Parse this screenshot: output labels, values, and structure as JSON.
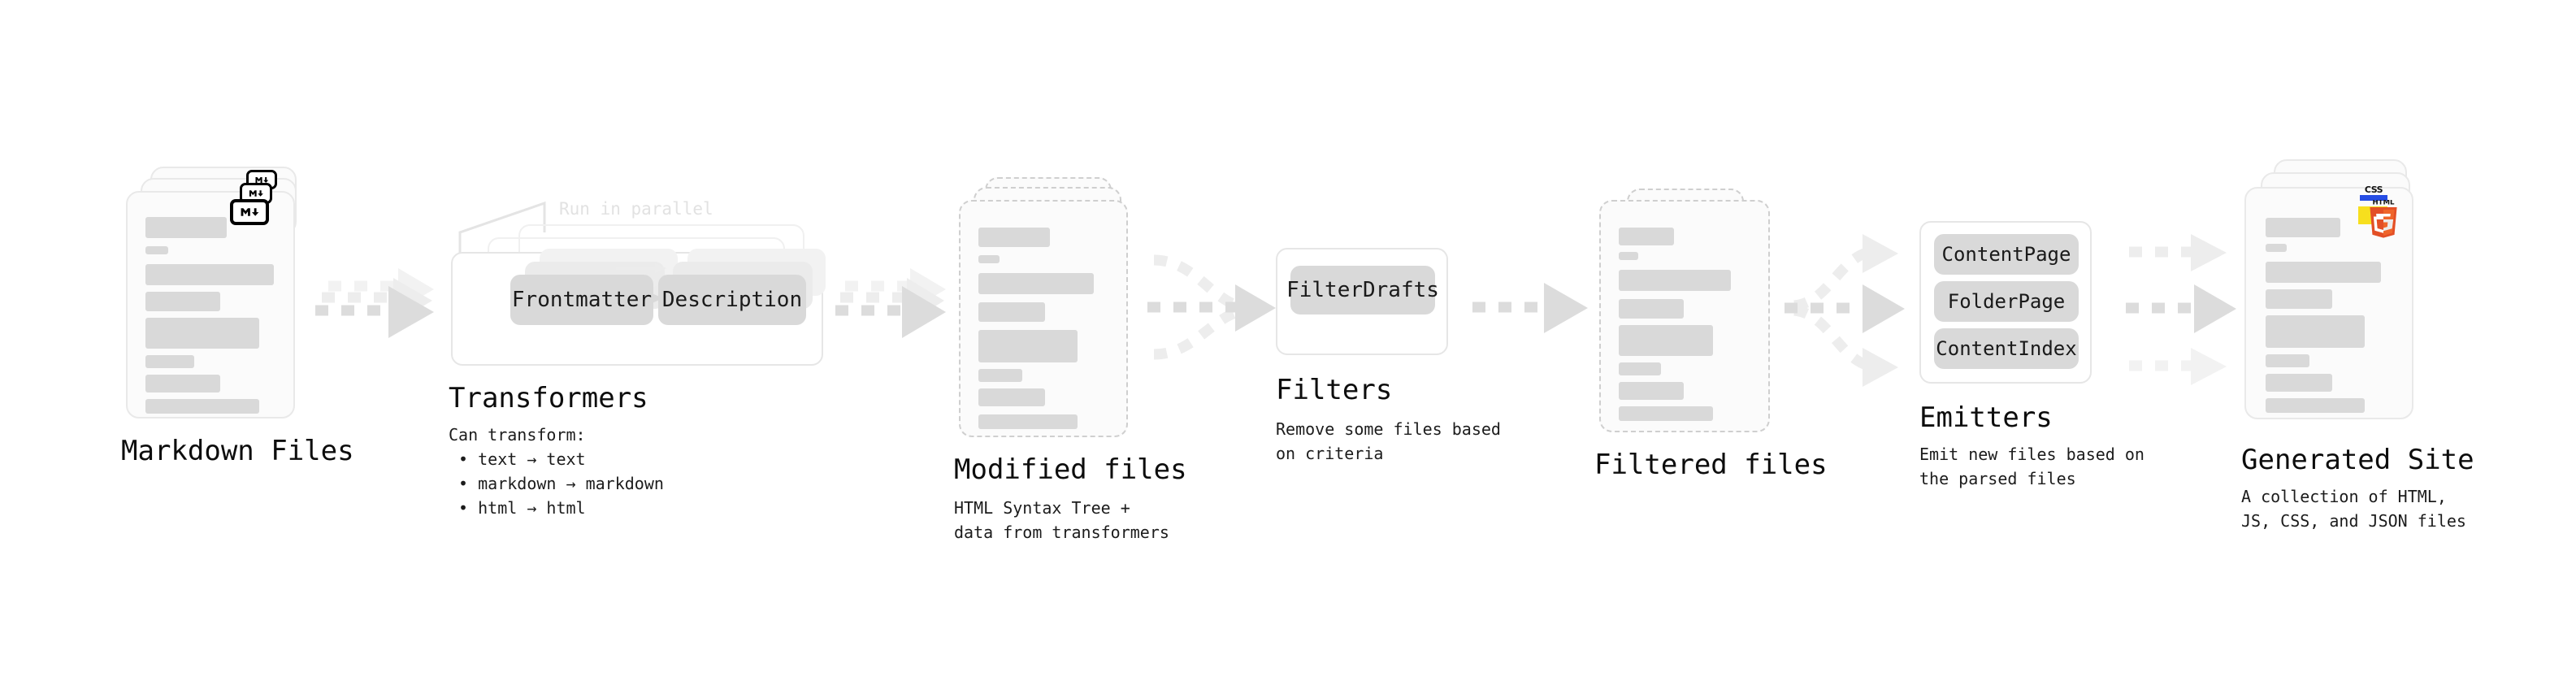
{
  "diagram": {
    "type": "pipeline-flow",
    "background": "#ffffff",
    "accent_colors": {
      "skeleton": "#d9d9d9",
      "arrow": "#dcdcdc",
      "card_border": "#e9e9e9",
      "dashed_border": "#cfcfcf",
      "html5": "#e34f26",
      "javascript": "#f7df1e",
      "css": "#264de4",
      "markdown": "#000000"
    },
    "stages": [
      {
        "id": "markdown-files",
        "title": "Markdown Files",
        "subtitle": "",
        "card_style": "solid",
        "badge": "markdown-icon",
        "stack_count": 3
      },
      {
        "id": "transformers",
        "title": "Transformers",
        "subtitle": "Can transform:\n • text → text\n • markdown → markdown\n • html → html",
        "annotation": "Run in parallel",
        "nodes": [
          "Frontmatter",
          "Description"
        ],
        "stack_count": 3
      },
      {
        "id": "modified-files",
        "title": "Modified files",
        "subtitle": "HTML Syntax Tree +\ndata from transformers",
        "card_style": "dashed",
        "stack_count": 3
      },
      {
        "id": "filters",
        "title": "Filters",
        "subtitle": "Remove some files based\non criteria",
        "nodes": [
          "FilterDrafts"
        ],
        "stack_count": 1
      },
      {
        "id": "filtered-files",
        "title": "Filtered files",
        "subtitle": "",
        "card_style": "dashed",
        "stack_count": 2
      },
      {
        "id": "emitters",
        "title": "Emitters",
        "subtitle": "Emit new files based on\nthe parsed files",
        "nodes": [
          "ContentPage",
          "FolderPage",
          "ContentIndex"
        ],
        "stack_count": 1
      },
      {
        "id": "generated-site",
        "title": "Generated Site",
        "subtitle": "A collection of HTML,\nJS, CSS, and JSON files",
        "card_style": "solid",
        "badges": [
          "html5-icon",
          "javascript-icon",
          "css-icon"
        ],
        "stack_count": 3
      }
    ],
    "connectors": [
      {
        "from": "markdown-files",
        "to": "transformers",
        "style": "dashed-triple"
      },
      {
        "from": "transformers",
        "to": "modified-files",
        "style": "dashed-triple"
      },
      {
        "from": "modified-files",
        "to": "filters",
        "style": "dashed-merge"
      },
      {
        "from": "filters",
        "to": "filtered-files",
        "style": "dashed-single"
      },
      {
        "from": "filtered-files",
        "to": "emitters",
        "style": "dashed-split"
      },
      {
        "from": "emitters",
        "to": "generated-site",
        "style": "dashed-triple-parallel"
      }
    ]
  }
}
